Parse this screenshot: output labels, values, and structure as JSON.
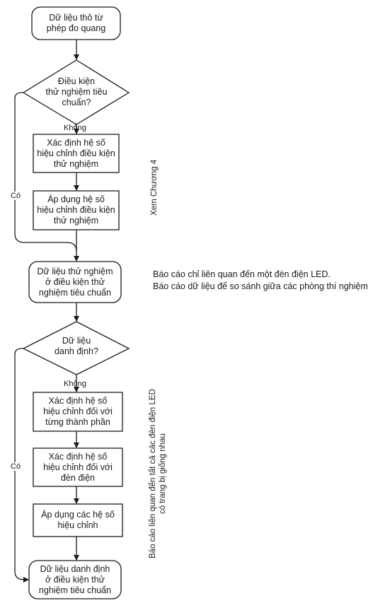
{
  "nodes": {
    "raw_data": "Dữ liệu thô từ\nphép đo quang",
    "decision_standard": "Điều kiện\nthử nghiệm tiêu\nchuẩn?",
    "determine_test_factors": "Xác định hệ số\nhiệu chỉnh điều kiện\nthử nghiệm",
    "apply_test_factors": "Áp dụng hệ số\nhiệu chỉnh điều kiện\nthử nghiệm",
    "test_data_standard": "Dữ liệu thử nghiệm\nở điều kiện thử\nnghiệm tiêu chuẩn",
    "decision_rated": "Dữ liệu\ndanh định?",
    "determine_component_factors": "Xác định hệ số\nhiệu chỉnh đối với\ntừng thành phần",
    "determine_luminaire_factors": "Xác định hệ số\nhiệu chỉnh đối với\nđèn điện",
    "apply_factors": "Áp dụng các hệ số\nhiệu chỉnh",
    "rated_data_standard": "Dữ liệu danh định\nở điều kiện thử\nnghiệm tiêu chuẩn"
  },
  "edge_labels": {
    "no_1": "Không",
    "yes_1": "Có",
    "no_2": "Không",
    "yes_2": "Có"
  },
  "annotations": {
    "see_chapter": "Xem Chương 4",
    "report_single_line1": "Báo cáo chỉ liên quan đến một đèn điện LED.",
    "report_single_line2": "Báo cáo dữ liệu để so sánh giữa các phòng thí nghiệm",
    "report_all_line1": "Báo cáo liên quan đến tất cả các đèn điện LED",
    "report_all_line2": "có trang bị giống nhau"
  }
}
